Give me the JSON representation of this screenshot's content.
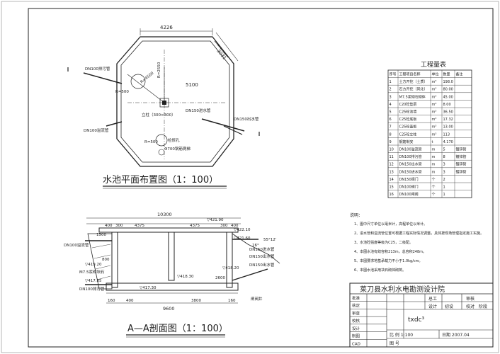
{
  "plan": {
    "caption": "水池平面布置图（1：100）",
    "dim_top": "4226",
    "dim_diag": "3031",
    "dim_inner": "5100",
    "radius1": "R=4500",
    "radius2": "R=2550",
    "radius3": "R=500",
    "radius4": "R=500",
    "label_drain_in": "DN100排污管",
    "label_overflow": "DN100溢流管",
    "label_column": "立柱（300×300）",
    "label_inlet": "DN150进水管",
    "label_outlet": "DN150出水管",
    "label_vent": "检修孔",
    "label_vent2": "Φ700钢筋爬梯"
  },
  "section": {
    "caption": "A—A剖面图（1：100）",
    "dim_total": "10300",
    "dim_bottom": "9600",
    "dim_a": "400",
    "dim_b": "300",
    "dim_c": "4375",
    "dim_d": "4375",
    "dim_e": "300",
    "dim_f": "400",
    "dim_g": "160",
    "dim_h": "400",
    "dim_i": "3800",
    "dim_j": "160",
    "lv1": "▽422.10",
    "lv2": "▽421.60",
    "lv3": "▽419.20",
    "lv4": "▽418.30",
    "lv5": "▽417.85",
    "lv6": "▽418.20",
    "lv7": "▽417.30",
    "lv8": "▽421.90",
    "slope1": "16°",
    "slope2": "55°12'",
    "lbl_overflow": "DN100溢流管",
    "lbl_in": "DN150进水管",
    "lbl_out": "DN150出水管",
    "lbl_drain": "DN100排污管",
    "lbl_stair": "M7.5浆砌块石",
    "lbl_outlet2": "DN150出水管",
    "lbl_gate": "闸阀井",
    "lbl_1500": "1500",
    "lbl_800": "800",
    "lbl_2600": "2600"
  },
  "quantities": {
    "title": "工程量表",
    "headers": [
      "序号",
      "工程项目名称",
      "单位",
      "数量",
      "备注"
    ],
    "rows": [
      [
        "1",
        "土方开挖（土质）",
        "m³",
        "198.0",
        ""
      ],
      [
        "2",
        "石方开挖（风化）",
        "m³",
        "80.00",
        ""
      ],
      [
        "3",
        "M7.5浆砌石砌体",
        "m³",
        "45.00",
        ""
      ],
      [
        "4",
        "C20砼垫层",
        "m³",
        "8.00",
        ""
      ],
      [
        "5",
        "C25砼池墙",
        "m³",
        "36.50",
        ""
      ],
      [
        "6",
        "C25砼底板",
        "m³",
        "17.32",
        ""
      ],
      [
        "7",
        "C25砼盖板",
        "m³",
        "13.00",
        ""
      ],
      [
        "8",
        "C25砼立柱",
        "m³",
        "113",
        ""
      ],
      [
        "9",
        "钢筋制安",
        "t",
        "4.170",
        ""
      ],
      [
        "10",
        "DN100溢流管",
        "m",
        "5",
        "镀锌管"
      ],
      [
        "11",
        "DN100排污管",
        "m",
        "8",
        "镀锌管"
      ],
      [
        "12",
        "DN150出水管",
        "m",
        "3",
        "镀锌管"
      ],
      [
        "13",
        "DN150进水管",
        "m",
        "3",
        "镀锌管"
      ],
      [
        "14",
        "DN150阀门",
        "个",
        "2",
        ""
      ],
      [
        "15",
        "DN100阀门",
        "个",
        "1",
        ""
      ],
      [
        "16",
        "DN100闸阀",
        "个",
        "1",
        ""
      ]
    ]
  },
  "notes": {
    "title": "说明：",
    "items": [
      "1、图中尺寸单位以毫米计，高程单位以米计。",
      "2、进水管和溢流管位置可根据工程实际情况调整，具体按现场管理指定施工实施。",
      "3、水池砼强度等级为C25，二级配。",
      "4、本图水池有效容积213m，总容积248m。",
      "5、本图要求地基承载力不小于1.0kg/cm。",
      "6、本图水池采用块石砌体砌筑。"
    ]
  },
  "title_block": {
    "institute": "莱刀县水利水电勘测设计院",
    "rows": [
      "批准",
      "核定",
      "审查",
      "校核",
      "设计",
      "制图",
      "CAD"
    ],
    "col_a": "总工",
    "col_b": "审核",
    "col_c": "设计",
    "col_d": "校对",
    "col_e": "初设",
    "col_f": "阶段",
    "project": "txdc³",
    "scale": "比 例 1:100",
    "date": "日期 2007.04",
    "drawing_no": "图 号"
  }
}
